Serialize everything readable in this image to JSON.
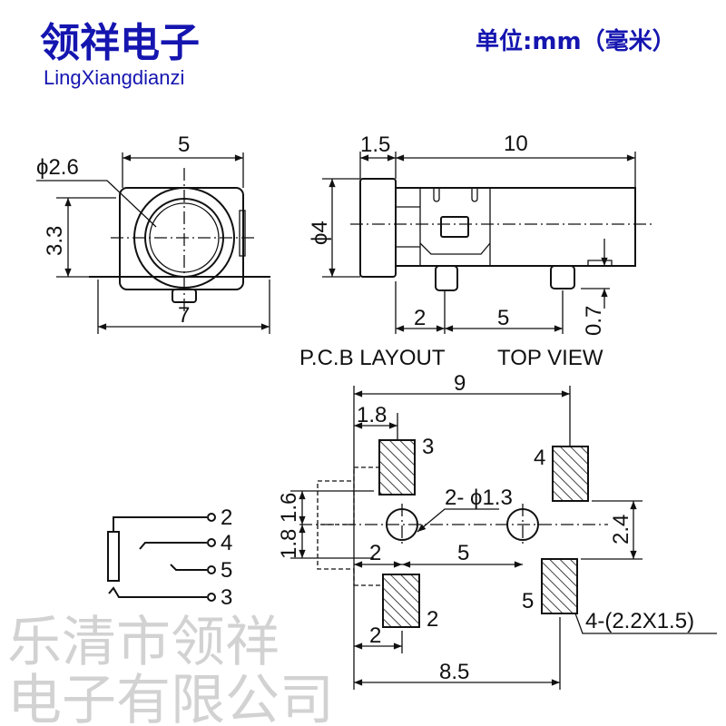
{
  "header": {
    "brand_cn": "领祥电子",
    "brand_en": "LingXiangdianzi",
    "unit_label": "单位:mm（毫米）"
  },
  "watermark": "乐清市领祥电子有限公司",
  "colors": {
    "brand": "#1515b0",
    "line": "#111111",
    "watermark": "#d2d2d2"
  },
  "front_view": {
    "width": "5",
    "hole_diameter": "ϕ2.6",
    "height": "3.3",
    "flange_width": "7"
  },
  "side_view": {
    "flange_thickness": "1.5",
    "body_length": "10",
    "diameter": "ϕ4",
    "pin_offset": "2",
    "pin_spacing": "5",
    "standoff": "0.7"
  },
  "pcb_layout": {
    "title": "P.C.B LAYOUT",
    "title2": "TOP VIEW",
    "overall_width": "9",
    "pad_offset_top": "1.8",
    "hole_label": "2- ϕ1.3",
    "hole_offset": "2",
    "hole_spacing": "5",
    "pad_gap": "2.4",
    "upper_height": "1.6",
    "lower_height": "1.8",
    "pad_offset_bottom": "2",
    "bottom_width": "8.5",
    "pad_size": "4-(2.2X1.5)",
    "pads": [
      "3",
      "4",
      "2",
      "5"
    ]
  },
  "schematic": {
    "pins": [
      "2",
      "4",
      "5",
      "3"
    ]
  }
}
